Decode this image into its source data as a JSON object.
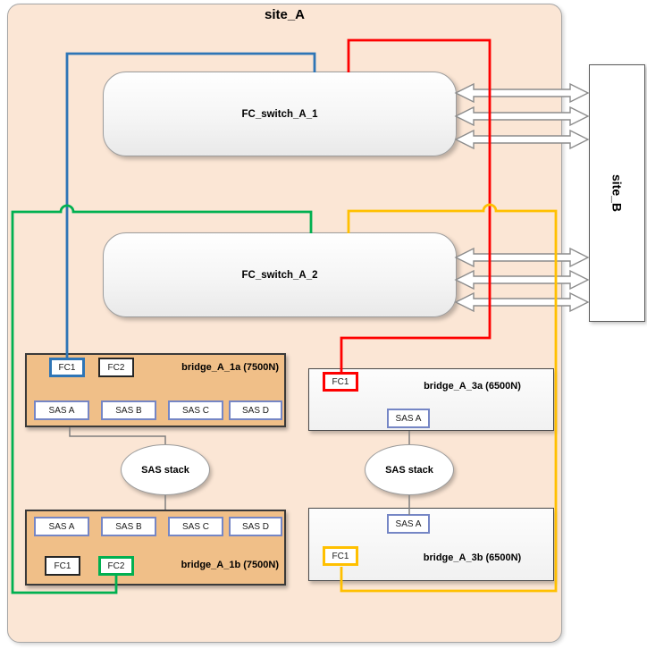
{
  "site_a": {
    "title": "site_A"
  },
  "site_b": {
    "title": "site_B"
  },
  "switches": {
    "s1": {
      "label": "FC_switch_A_1"
    },
    "s2": {
      "label": "FC_switch_A_2"
    }
  },
  "bridges": {
    "a1a": {
      "label": "bridge_A_1a (7500N)",
      "ports": {
        "fc1": "FC1",
        "fc2": "FC2",
        "sas": [
          "SAS A",
          "SAS B",
          "SAS C",
          "SAS D"
        ]
      }
    },
    "a1b": {
      "label": "bridge_A_1b (7500N)",
      "ports": {
        "fc1": "FC1",
        "fc2": "FC2",
        "sas": [
          "SAS A",
          "SAS B",
          "SAS C",
          "SAS D"
        ]
      }
    },
    "a3a": {
      "label": "bridge_A_3a (6500N)",
      "ports": {
        "fc1": "FC1",
        "sas": [
          "SAS A"
        ]
      }
    },
    "a3b": {
      "label": "bridge_A_3b (6500N)",
      "ports": {
        "fc1": "FC1",
        "sas": [
          "SAS A"
        ]
      }
    }
  },
  "stacks": {
    "left": "SAS stack",
    "right": "SAS stack"
  },
  "colors": {
    "blue": "#2e75b6",
    "green": "#00b050",
    "red": "#fe0000",
    "orange": "#ffc000",
    "sas_port_border": "#7586c5",
    "bridge_fill": "#f0bf88",
    "site_a_fill": "#fbe6d5",
    "connector_gray": "#7f7f7f",
    "arrow_outline": "#8c8c8c"
  }
}
